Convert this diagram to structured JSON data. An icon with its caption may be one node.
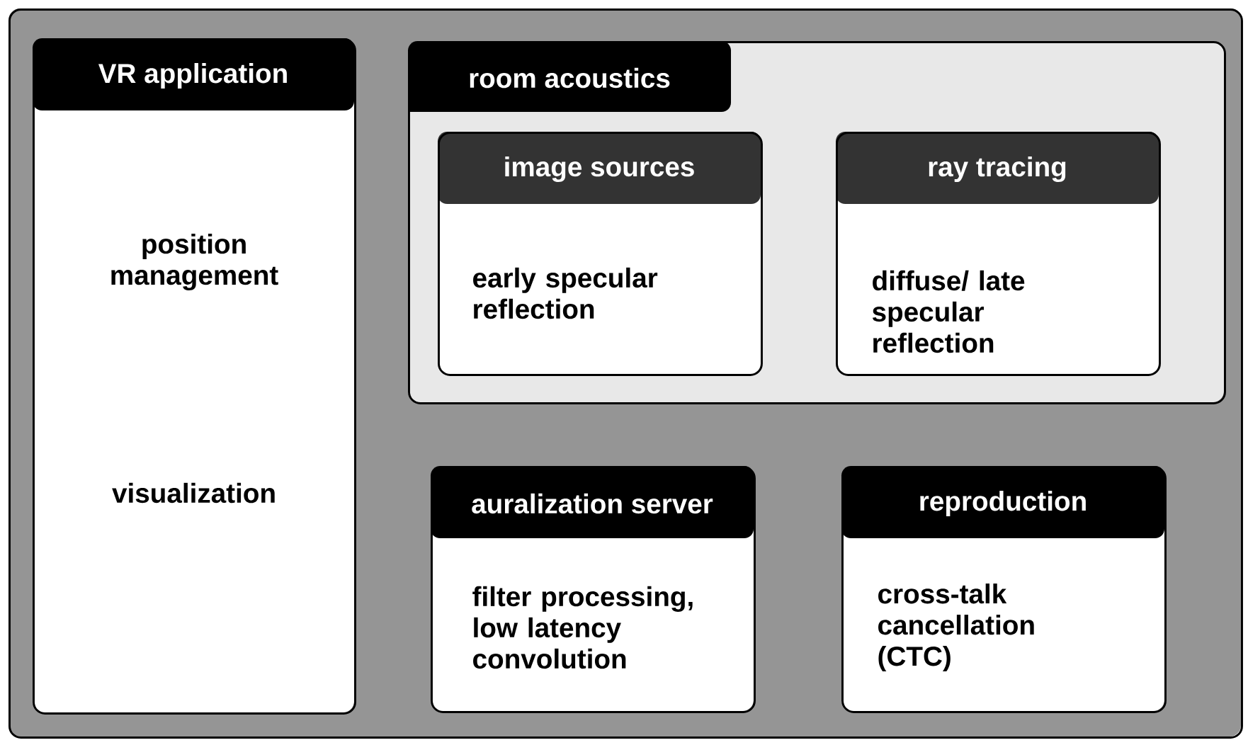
{
  "diagram": {
    "nodes": [
      {
        "text": [],
        "shape": "box"
      },
      {
        "text": [
          "VR application",
          "position management",
          "visualization"
        ],
        "in": 0
      },
      {
        "text": [
          "room acoustics"
        ],
        "in": 0
      },
      {
        "text": [
          "image sources",
          "early specular reflection"
        ],
        "in": 2
      },
      {
        "text": [
          "ray tracing",
          "diffuse/ late specular reflection"
        ],
        "in": 2
      },
      {
        "text": [
          "auralization server",
          "filter processing, low latency convolution"
        ],
        "in": 0
      },
      {
        "text": [
          "reproduction",
          "cross-talk cancellation (CTC)"
        ],
        "in": 0
      }
    ]
  }
}
